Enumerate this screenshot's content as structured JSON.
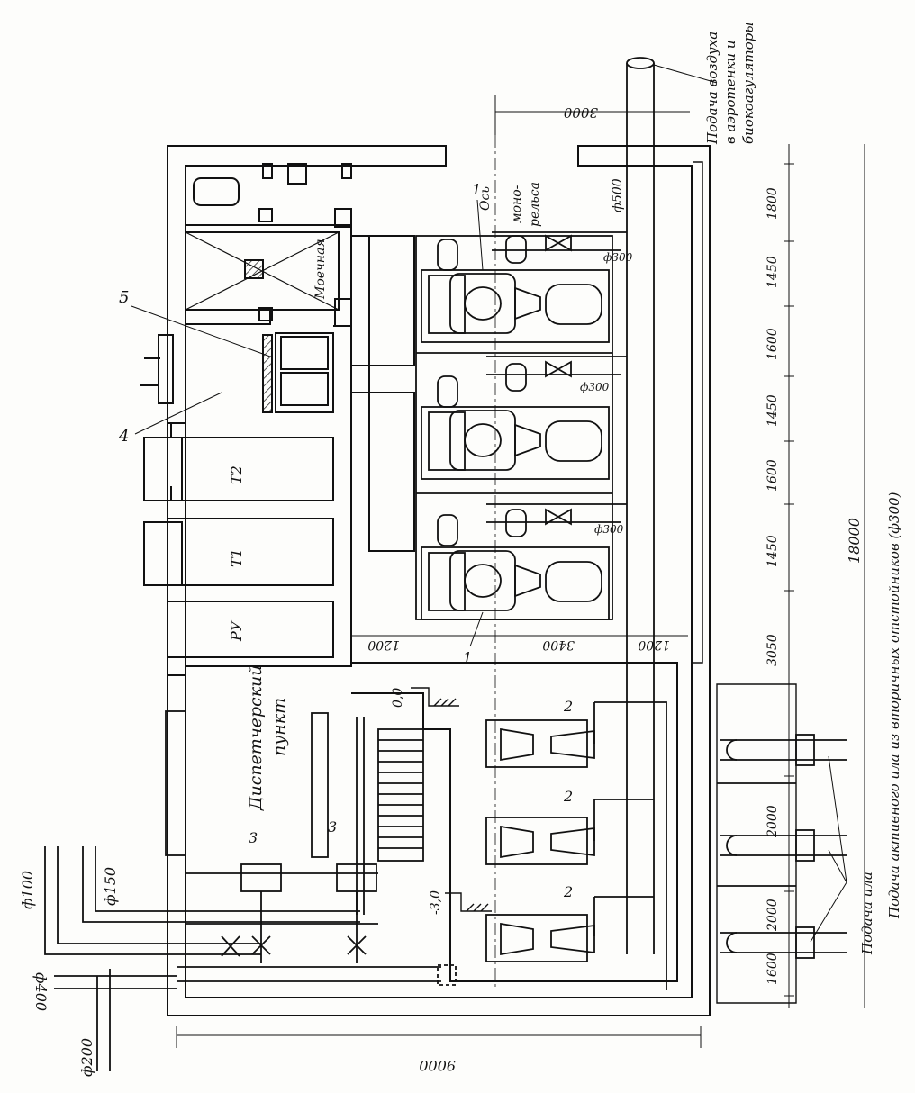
{
  "labels": {
    "air_supply": "Подача воздуха",
    "air_supply_2": "в аэротенки и",
    "air_supply_3": "биокоагуляторы",
    "monorail_axis_1": "Ось",
    "monorail_axis_2": "моно-",
    "monorail_axis_3": "рельса",
    "wash_room": "Моечная",
    "room_t2": "Т2",
    "room_t1": "Т1",
    "room_ru": "РУ",
    "dispatch_1": "Диспетчерский",
    "dispatch_2": "пункт",
    "sludge_supply": "Подача активного ила из вторичных отстойников (ф300)",
    "sludge_supply_2": "Подача ила",
    "level_zero": "0,0",
    "level_minus": "-3,0"
  },
  "markers": {
    "m1a": "1",
    "m1b": "1",
    "m2a": "2",
    "m2b": "2",
    "m2c": "2",
    "m3a": "3",
    "m3b": "3",
    "m4": "4",
    "m5": "5"
  },
  "pipes": {
    "d500": "ф500",
    "d300a": "ф300",
    "d300b": "ф300",
    "d300c": "ф300",
    "d100": "ф100",
    "d150": "ф150",
    "d400": "ф400",
    "d200": "ф200"
  },
  "dims": {
    "d3000": "3000",
    "d1800": "1800",
    "d1450a": "1450",
    "d1600a": "1600",
    "d1450b": "1450",
    "d1600b": "1600",
    "d1450c": "1450",
    "d3050": "3050",
    "d2000a": "2000",
    "d2000b": "2000",
    "d1600c": "1600",
    "d18000": "18000",
    "d9000": "9000",
    "d1200a": "1200",
    "d3400": "3400",
    "d1200b": "1200"
  }
}
